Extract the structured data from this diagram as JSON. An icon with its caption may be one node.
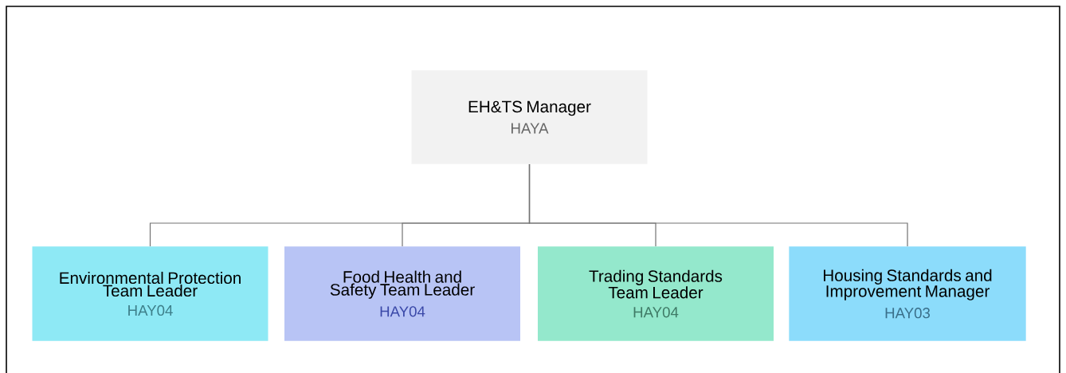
{
  "diagram": {
    "nodes": [
      {
        "text": [
          "EH&TS Manager",
          "HAYA"
        ]
      },
      {
        "text": [
          "Environmental Protection Team Leader",
          "HAY04"
        ]
      },
      {
        "text": [
          "Food Health and Safety Team Leader",
          "HAY04"
        ]
      },
      {
        "text": [
          "Trading Standards Team Leader",
          "HAY04"
        ]
      },
      {
        "text": [
          "Housing Standards and Improvement Manager",
          "HAY03"
        ]
      }
    ],
    "edges": [
      {
        "from": 0,
        "to": 1,
        "arrow": "none"
      },
      {
        "from": 0,
        "to": 2,
        "arrow": "none"
      },
      {
        "from": 0,
        "to": 3,
        "arrow": "none"
      },
      {
        "from": 0,
        "to": 4,
        "arrow": "none"
      }
    ]
  }
}
